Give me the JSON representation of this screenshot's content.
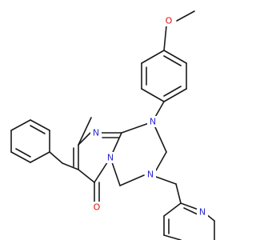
{
  "colors": {
    "bond": "#1a1a1a",
    "nitrogen": "#2a2ad4",
    "oxygen": "#e01010",
    "background": "#ffffff"
  },
  "atom_labels": {
    "methoxy_o": "O",
    "n1": "N",
    "n_ring_left": "N",
    "n_ring_bottom": "N",
    "n3": "N",
    "carbonyl_o": "O",
    "pyridine_n": "N"
  }
}
